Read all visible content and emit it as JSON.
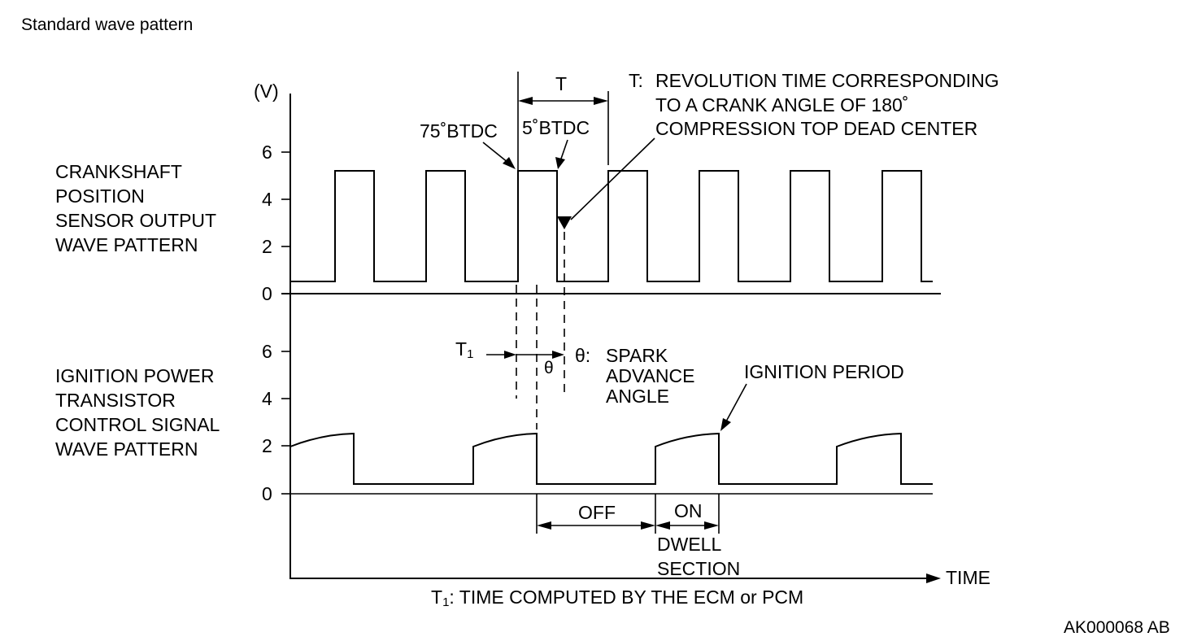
{
  "header": {
    "title": "Standard wave pattern"
  },
  "units": {
    "voltage": "(V)"
  },
  "upper": {
    "label_lines": [
      "CRANKSHAFT",
      "POSITION",
      "SENSOR OUTPUT",
      "WAVE PATTERN"
    ],
    "ticks": [
      "6",
      "4",
      "2",
      "0"
    ]
  },
  "lower": {
    "label_lines": [
      "IGNITION POWER",
      "TRANSISTOR",
      "CONTROL SIGNAL",
      "WAVE PATTERN"
    ],
    "ticks": [
      "6",
      "4",
      "2",
      "0"
    ]
  },
  "annotations": {
    "t_label": "T",
    "t_def_prefix": "T:",
    "t_def_lines": [
      "REVOLUTION TIME CORRESPONDING",
      "TO A CRANK ANGLE OF 180˚",
      "COMPRESSION TOP DEAD CENTER"
    ],
    "btdc75": "75˚BTDC",
    "btdc5": "5˚BTDC",
    "t1_main": "T",
    "t1_sub": "1",
    "theta_symbol": "θ",
    "theta_def_prefix": "θ:",
    "theta_def_lines": [
      "SPARK",
      "ADVANCE",
      "ANGLE"
    ],
    "ignition_period": "IGNITION PERIOD",
    "off": "OFF",
    "on": "ON",
    "dwell_lines": [
      "DWELL",
      "SECTION"
    ],
    "time_axis": "TIME",
    "footnote_main": "T",
    "footnote_sub": "1",
    "footnote_rest": ": TIME COMPUTED BY THE ECM or PCM",
    "figure_id": "AK000068 AB"
  }
}
